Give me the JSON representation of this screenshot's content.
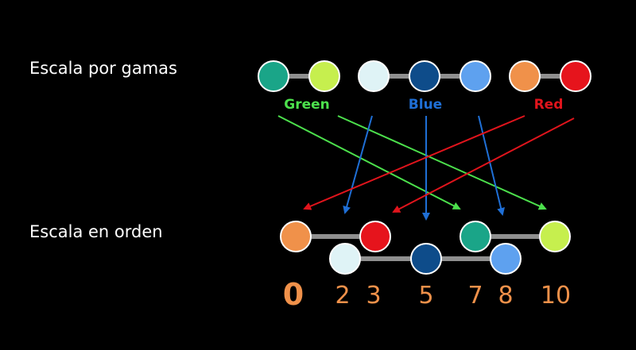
{
  "labels": {
    "top": "Escala por gamas",
    "bottom": "Escala en orden"
  },
  "groups": {
    "green": {
      "title": "Green",
      "color": "#4ce04c"
    },
    "blue": {
      "title": "Blue",
      "color": "#1f6fd6"
    },
    "red": {
      "title": "Red",
      "color": "#e0141c"
    }
  },
  "numbers": [
    "0",
    "2",
    "3",
    "5",
    "7",
    "8",
    "10"
  ],
  "colors": {
    "teal": "#1aa588",
    "lime": "#c6ef4e",
    "light_cyan": "#dff3f6",
    "navy": "#0e4c8a",
    "sky": "#5ea1ef",
    "orange": "#f0914a",
    "red": "#e6141c",
    "number_orange": "#f0914a",
    "connector": "#8f8f8f"
  }
}
